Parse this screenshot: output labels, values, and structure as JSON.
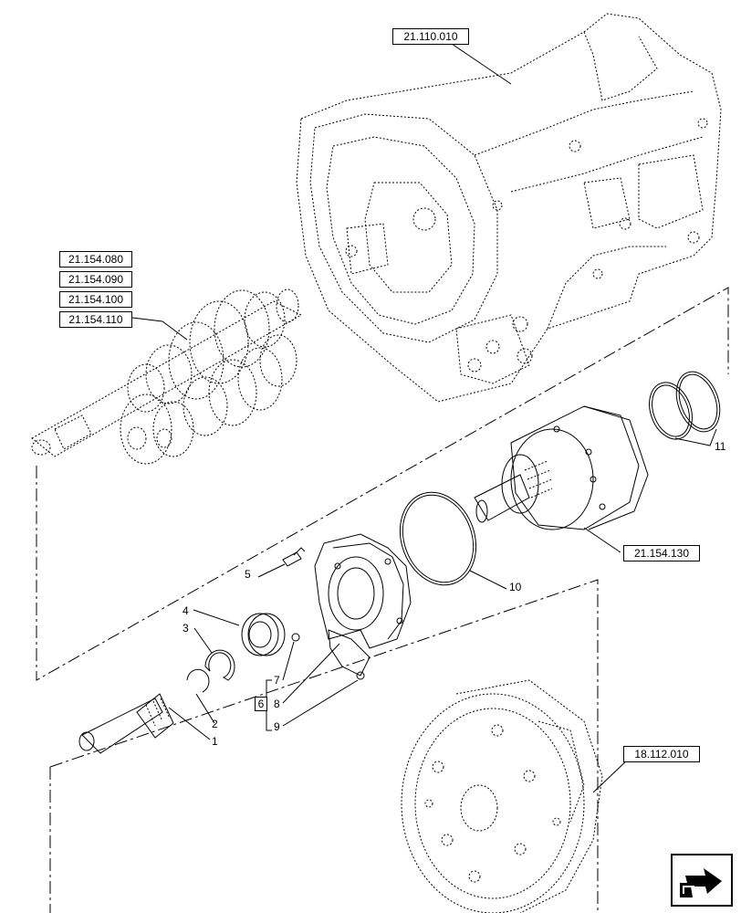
{
  "references": {
    "transmission_case": "21.110.010",
    "gear_shaft_refs": [
      "21.154.080",
      "21.154.090",
      "21.154.100",
      "21.154.110"
    ],
    "clutch_pack": "21.154.130",
    "flywheel": "18.112.010"
  },
  "callouts": {
    "p1": "1",
    "p2": "2",
    "p3": "3",
    "p4": "4",
    "p5": "5",
    "p6": "6",
    "p7": "7",
    "p8": "8",
    "p9": "9",
    "p10": "10",
    "p11": "11"
  },
  "icons": {
    "nav": "next-page-arrow-icon"
  },
  "colors": {
    "line": "#000000",
    "background": "#ffffff"
  }
}
